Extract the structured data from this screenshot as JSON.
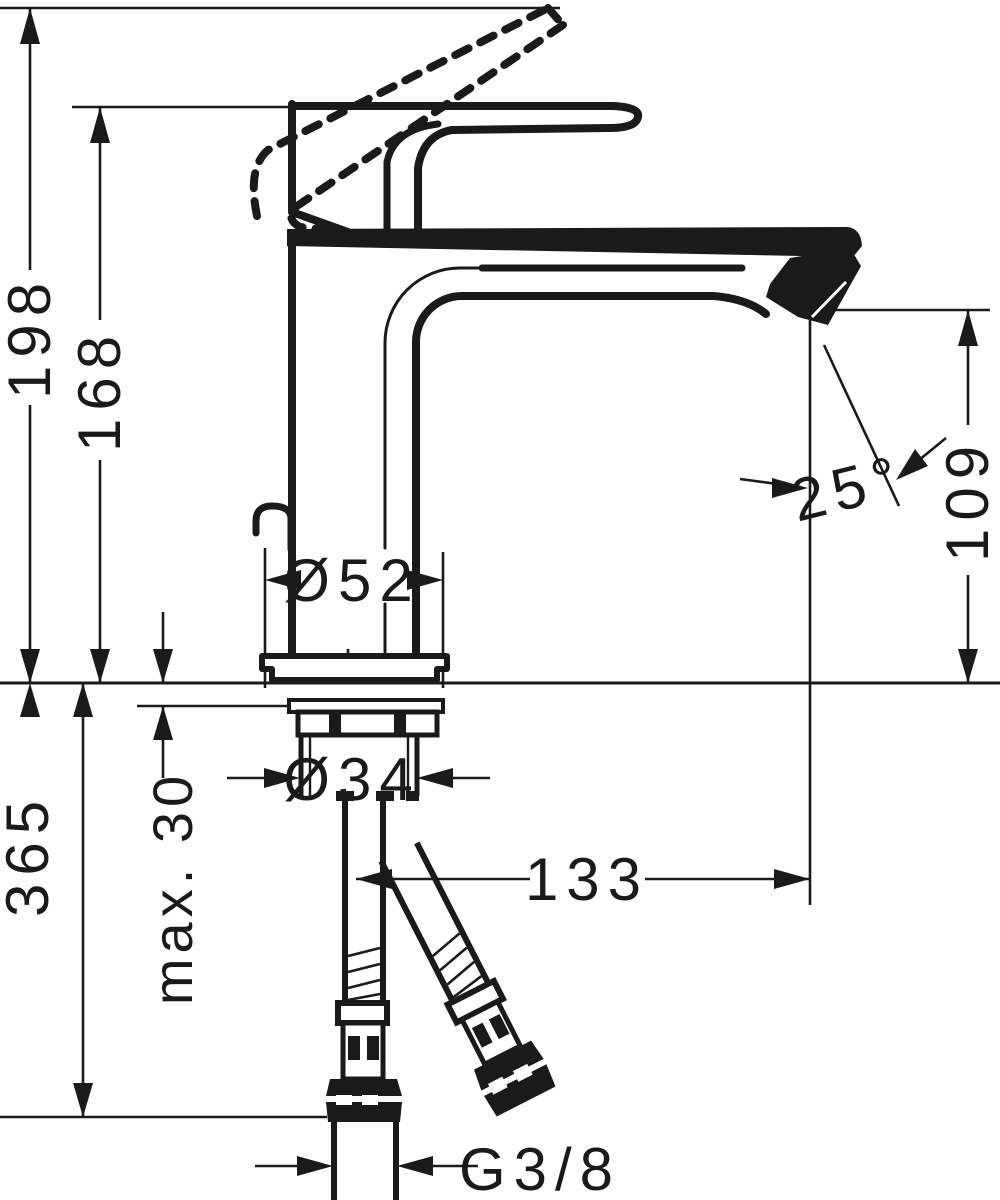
{
  "drawing": {
    "type": "technical-dimension-drawing",
    "subject": "single-lever basin mixer faucet, side elevation with mounting hoses",
    "colors": {
      "line": "#1a1a1a",
      "background": "#ffffff"
    },
    "dimensions": {
      "overall_height_open_handle": "198",
      "height_closed_handle": "168",
      "spout_height": "109",
      "spray_angle": "25°",
      "body_base_diameter": "Ø52",
      "shank_diameter": "Ø34",
      "spout_reach": "133",
      "max_mounting_thickness": "max. 30",
      "hose_length_below_deck": "365",
      "connection_thread": "G3/8"
    }
  }
}
